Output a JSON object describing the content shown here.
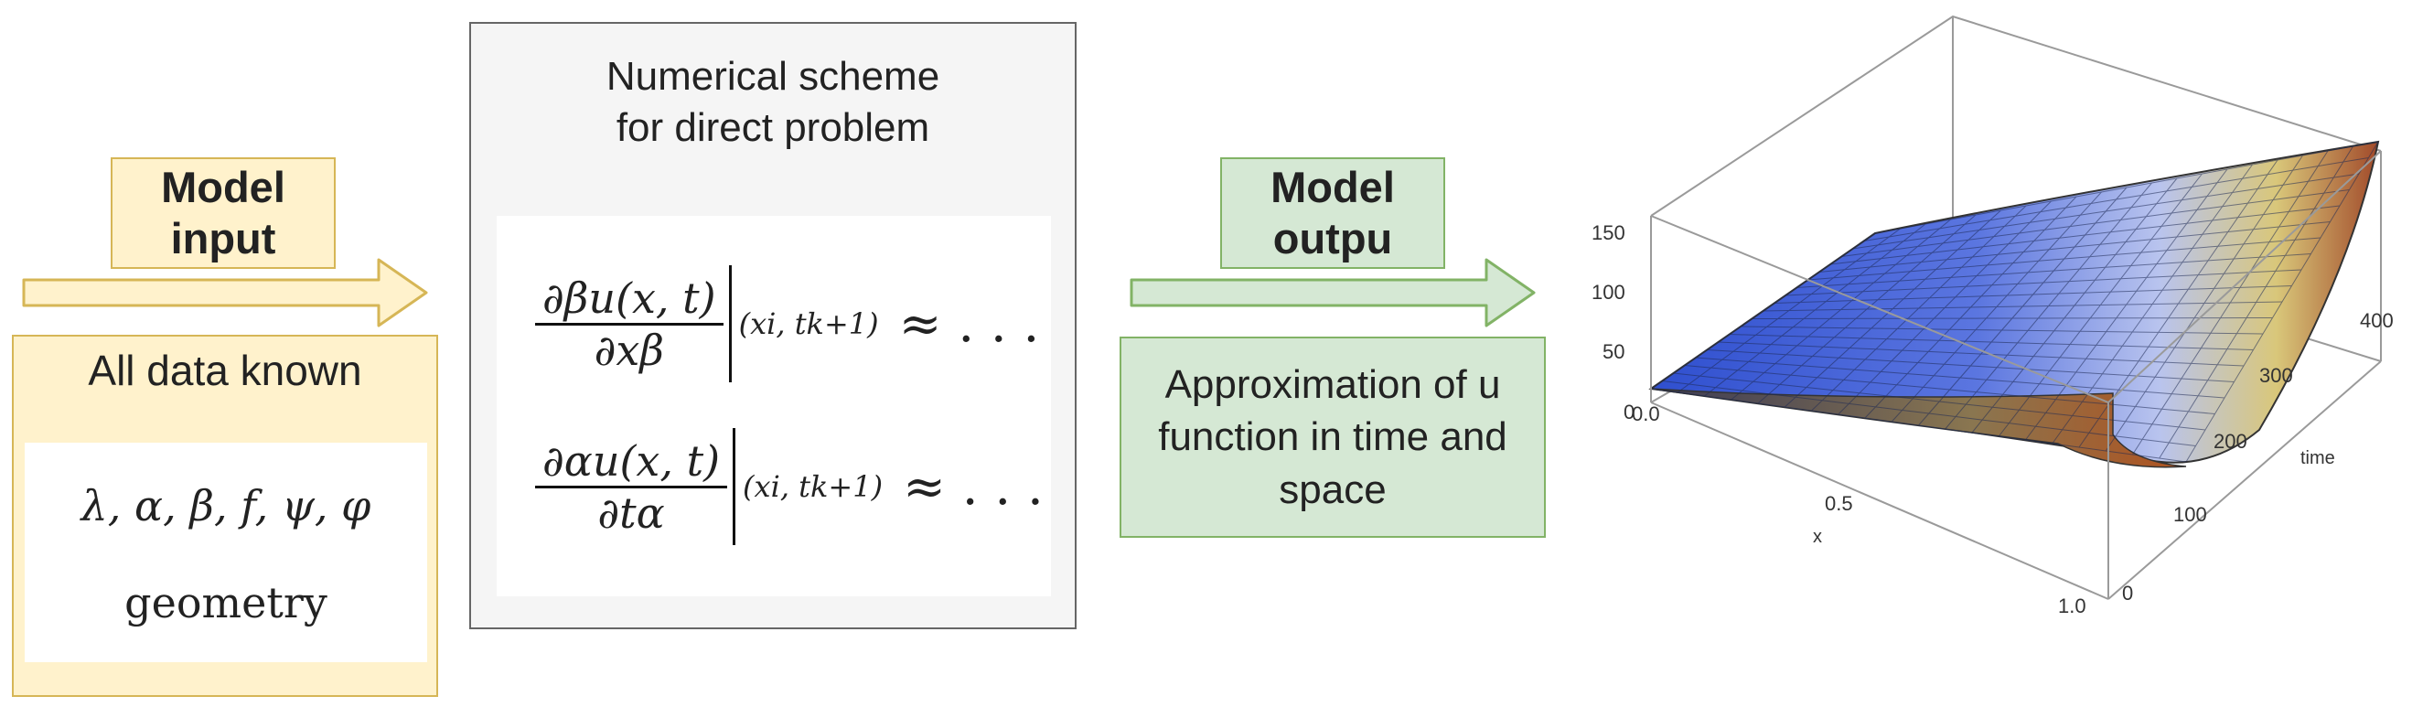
{
  "input_stage": {
    "tag_line1": "Model",
    "tag_line2": "input",
    "box_title": "All data known",
    "parameters": "λ, α, β, f, ψ, φ",
    "geometry": "geometry"
  },
  "scheme_stage": {
    "title_line1": "Numerical scheme",
    "title_line2": "for direct problem",
    "eq1": {
      "numerator": "∂βu(x, t)",
      "denominator": "∂xβ",
      "eval_at": "(xi, tk+1)",
      "approx": "≈ . . ."
    },
    "eq2": {
      "numerator": "∂αu(x, t)",
      "denominator": "∂tα",
      "eval_at": "(xi, tk+1)",
      "approx": "≈ . . ."
    }
  },
  "output_stage": {
    "tag_line1": "Model",
    "tag_line2": "outpu",
    "desc_line1": "Approximation of u",
    "desc_line2": "function in time and",
    "desc_line3": "space"
  },
  "surface_plot": {
    "z_ticks": [
      "150",
      "100",
      "50",
      "0"
    ],
    "x_ticks": [
      "0.0",
      "0.5",
      "1.0"
    ],
    "x_label": "x",
    "time_ticks": [
      "0",
      "100",
      "200",
      "300",
      "400"
    ],
    "time_label": "time"
  },
  "colors": {
    "input_fill": "#fff2cc",
    "input_border": "#d6b656",
    "output_fill": "#d5e8d4",
    "output_border": "#82b366",
    "scheme_fill": "#f5f5f5",
    "scheme_border": "#666666"
  }
}
